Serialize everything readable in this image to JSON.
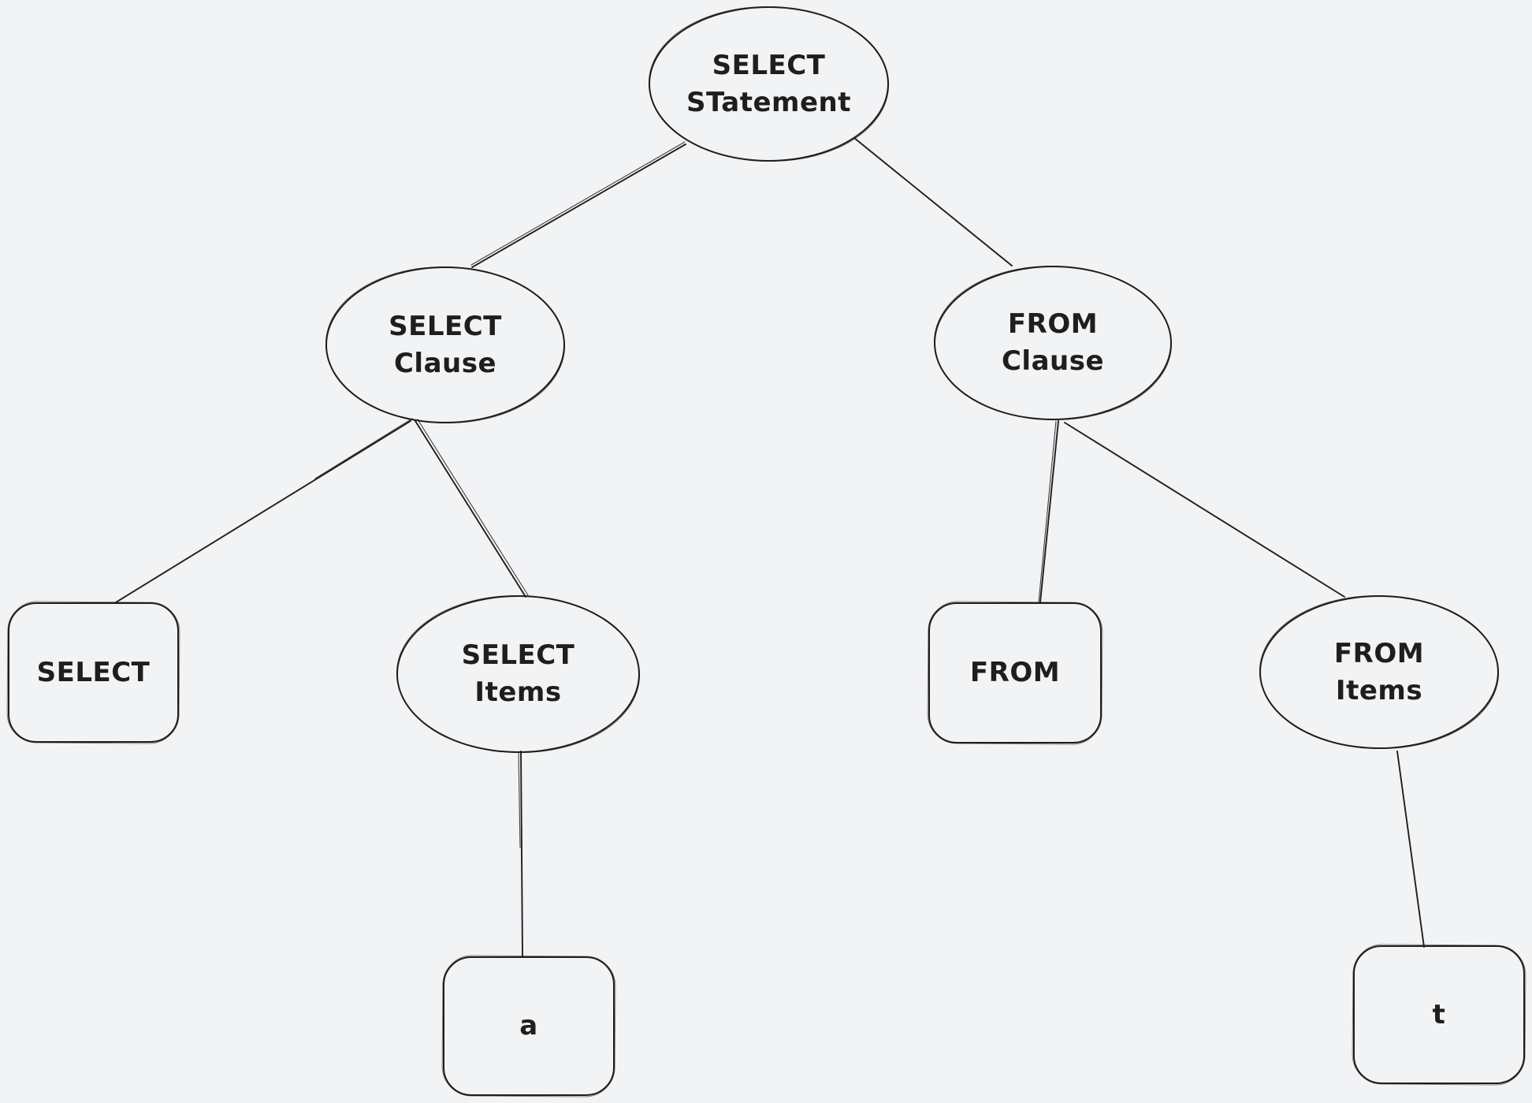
{
  "canvas": {
    "background_color": "#f2f3f5",
    "stroke_color": "#1e1e1e"
  },
  "diagram": {
    "type": "tree",
    "nodes": [
      {
        "id": "select-statement",
        "shape": "ellipse",
        "label": "SELECT\nSTatement"
      },
      {
        "id": "select-clause",
        "shape": "ellipse",
        "label": "SELECT\nClause"
      },
      {
        "id": "from-clause",
        "shape": "ellipse",
        "label": "FROM\nClause"
      },
      {
        "id": "select-keyword",
        "shape": "rounded-rectangle",
        "label": "SELECT"
      },
      {
        "id": "select-items",
        "shape": "ellipse",
        "label": "SELECT\nItems"
      },
      {
        "id": "from-keyword",
        "shape": "rounded-rectangle",
        "label": "FROM"
      },
      {
        "id": "from-items",
        "shape": "ellipse",
        "label": "FROM\nItems"
      },
      {
        "id": "item-a",
        "shape": "rounded-rectangle",
        "label": "a"
      },
      {
        "id": "item-t",
        "shape": "rounded-rectangle",
        "label": "t"
      }
    ],
    "edges": [
      {
        "from": "select-statement",
        "to": "select-clause"
      },
      {
        "from": "select-statement",
        "to": "from-clause"
      },
      {
        "from": "select-clause",
        "to": "select-keyword"
      },
      {
        "from": "select-clause",
        "to": "select-items"
      },
      {
        "from": "from-clause",
        "to": "from-keyword"
      },
      {
        "from": "from-clause",
        "to": "from-items"
      },
      {
        "from": "select-items",
        "to": "item-a"
      },
      {
        "from": "from-items",
        "to": "item-t"
      }
    ]
  }
}
